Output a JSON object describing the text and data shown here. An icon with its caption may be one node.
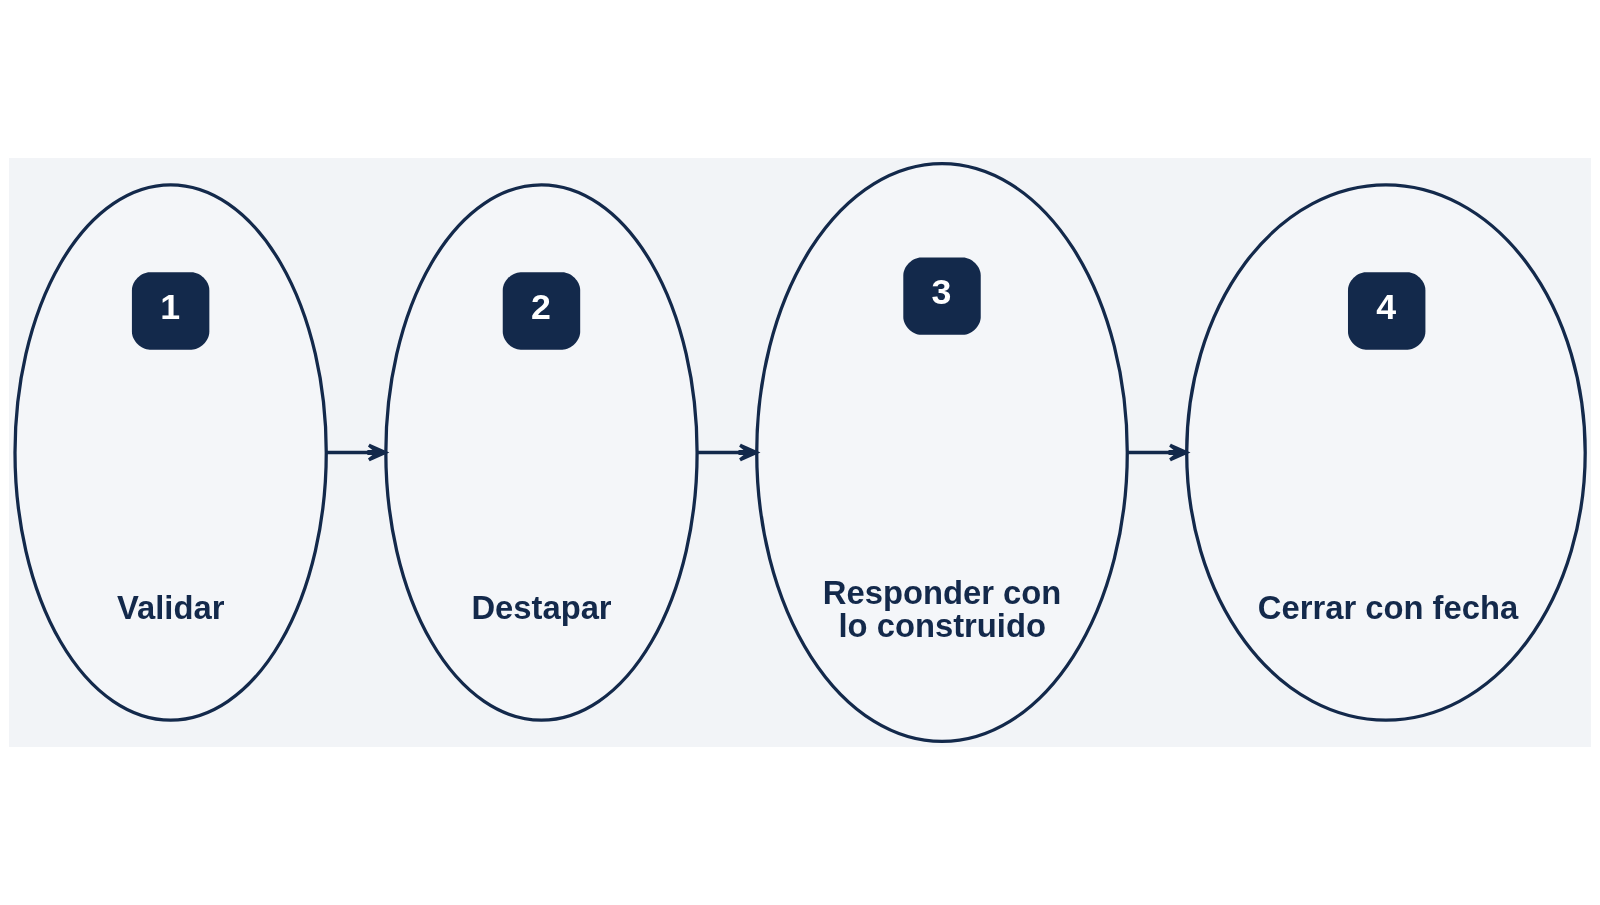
{
  "diagram": {
    "nodes": [
      {
        "text": [
          "1",
          "Validar"
        ]
      },
      {
        "text": [
          "2",
          "Destapar"
        ]
      },
      {
        "text": [
          "3",
          "Responder con lo construido"
        ]
      },
      {
        "text": [
          "4",
          "Cerrar con fecha"
        ]
      }
    ],
    "edges": [
      {
        "from": 0,
        "to": 1,
        "arrow": "to"
      },
      {
        "from": 1,
        "to": 2,
        "arrow": "to"
      },
      {
        "from": 2,
        "to": 3,
        "arrow": "to"
      }
    ]
  }
}
